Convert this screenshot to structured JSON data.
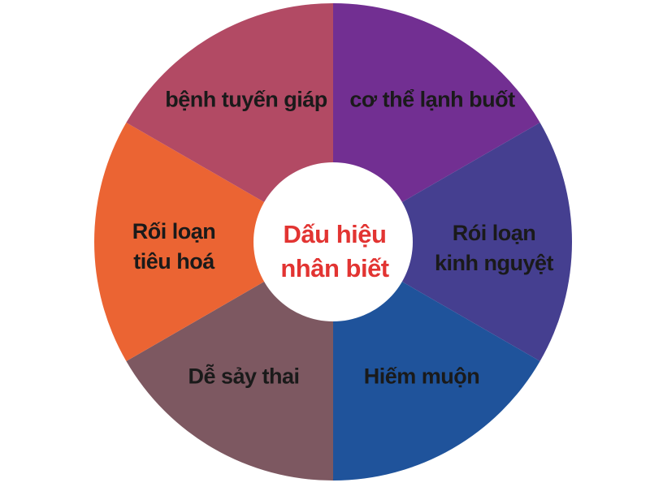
{
  "chart_data": {
    "type": "pie",
    "donut": true,
    "title": "Dấu hiệu nhân biết",
    "center_title": {
      "lines": [
        "Dấu hiệu",
        "nhân biết"
      ],
      "color": "#e23432"
    },
    "segments": [
      {
        "label": "cơ thể lạnh buốt",
        "lines": [
          "cơ thể lạnh buốt"
        ],
        "value": 1,
        "color": "#722f92"
      },
      {
        "label": "Rói loạn kinh nguyệt",
        "lines": [
          "Rói loạn",
          "kinh nguyệt"
        ],
        "value": 1,
        "color": "#453f90"
      },
      {
        "label": "Hiếm muộn",
        "lines": [
          "Hiếm muộn"
        ],
        "value": 1,
        "color": "#1f539b"
      },
      {
        "label": "Dễ sảy thai",
        "lines": [
          "Dễ sảy thai"
        ],
        "value": 1,
        "color": "#7d5861"
      },
      {
        "label": "Rối loạn tiêu hoá",
        "lines": [
          "Rối loạn",
          "tiêu hoá"
        ],
        "value": 1,
        "color": "#eb6433"
      },
      {
        "label": "bệnh tuyến giáp",
        "lines": [
          "bệnh tuyến giáp"
        ],
        "value": 1,
        "color": "#b24a64"
      }
    ],
    "label_color": "#1a1a1a",
    "background": "#ffffff",
    "start_angle_deg": 0,
    "direction": "clockwise-from-top",
    "legend": "none"
  }
}
